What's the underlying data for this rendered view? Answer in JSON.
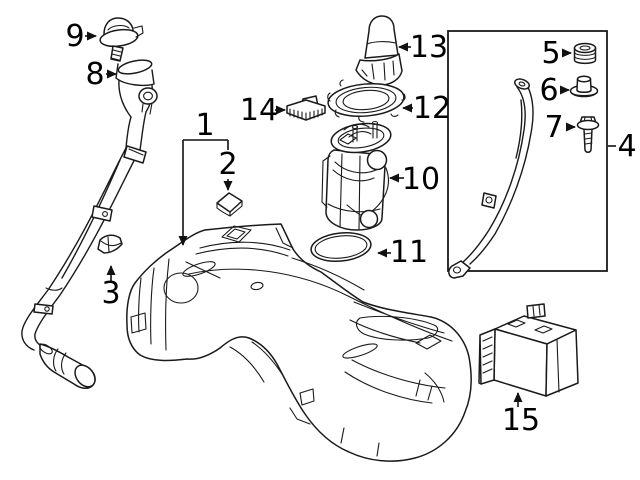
{
  "colors": {
    "background": "#ffffff",
    "line": "#1a1a1a",
    "label": "#000000"
  },
  "callouts": [
    {
      "label": "1"
    },
    {
      "label": "2"
    },
    {
      "label": "3"
    },
    {
      "label": "4"
    },
    {
      "label": "5"
    },
    {
      "label": "6"
    },
    {
      "label": "7"
    },
    {
      "label": "8"
    },
    {
      "label": "9"
    },
    {
      "label": "10"
    },
    {
      "label": "11"
    },
    {
      "label": "12"
    },
    {
      "label": "13"
    },
    {
      "label": "14"
    },
    {
      "label": "15"
    }
  ]
}
